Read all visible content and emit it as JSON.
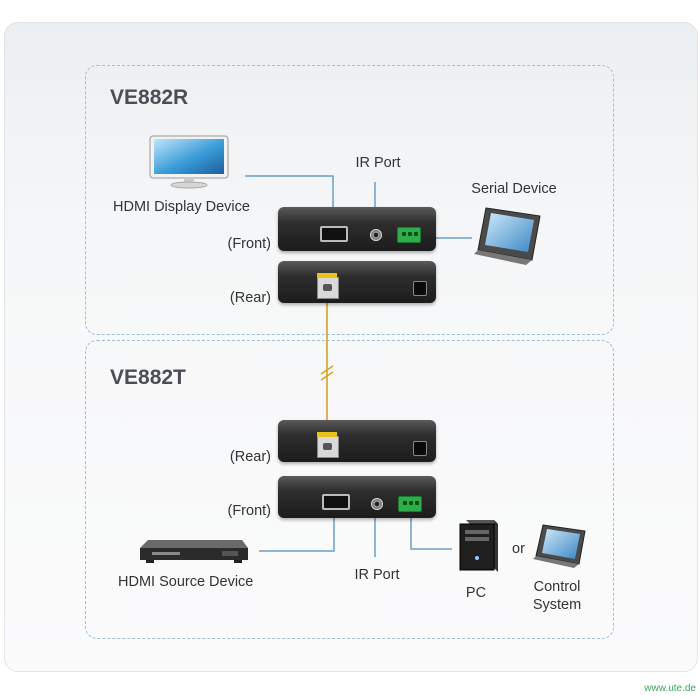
{
  "receiver": {
    "title": "VE882R",
    "hdmi_display": "HDMI Display Device",
    "ir_port": "IR Port",
    "serial_device": "Serial Device",
    "front": "(Front)",
    "rear": "(Rear)"
  },
  "transmitter": {
    "title": "VE882T",
    "rear": "(Rear)",
    "front": "(Front)",
    "hdmi_source": "HDMI Source Device",
    "ir_port": "IR Port",
    "pc": "PC",
    "or": "or",
    "control_system_line1": "Control",
    "control_system_line2": "System"
  },
  "watermark": "www.ute.de",
  "colors": {
    "panel_border": "#9fc0d6",
    "connector_line": "#6b9ec6",
    "fiber_line": "#d8a020",
    "terminal": "#2eae4a"
  }
}
